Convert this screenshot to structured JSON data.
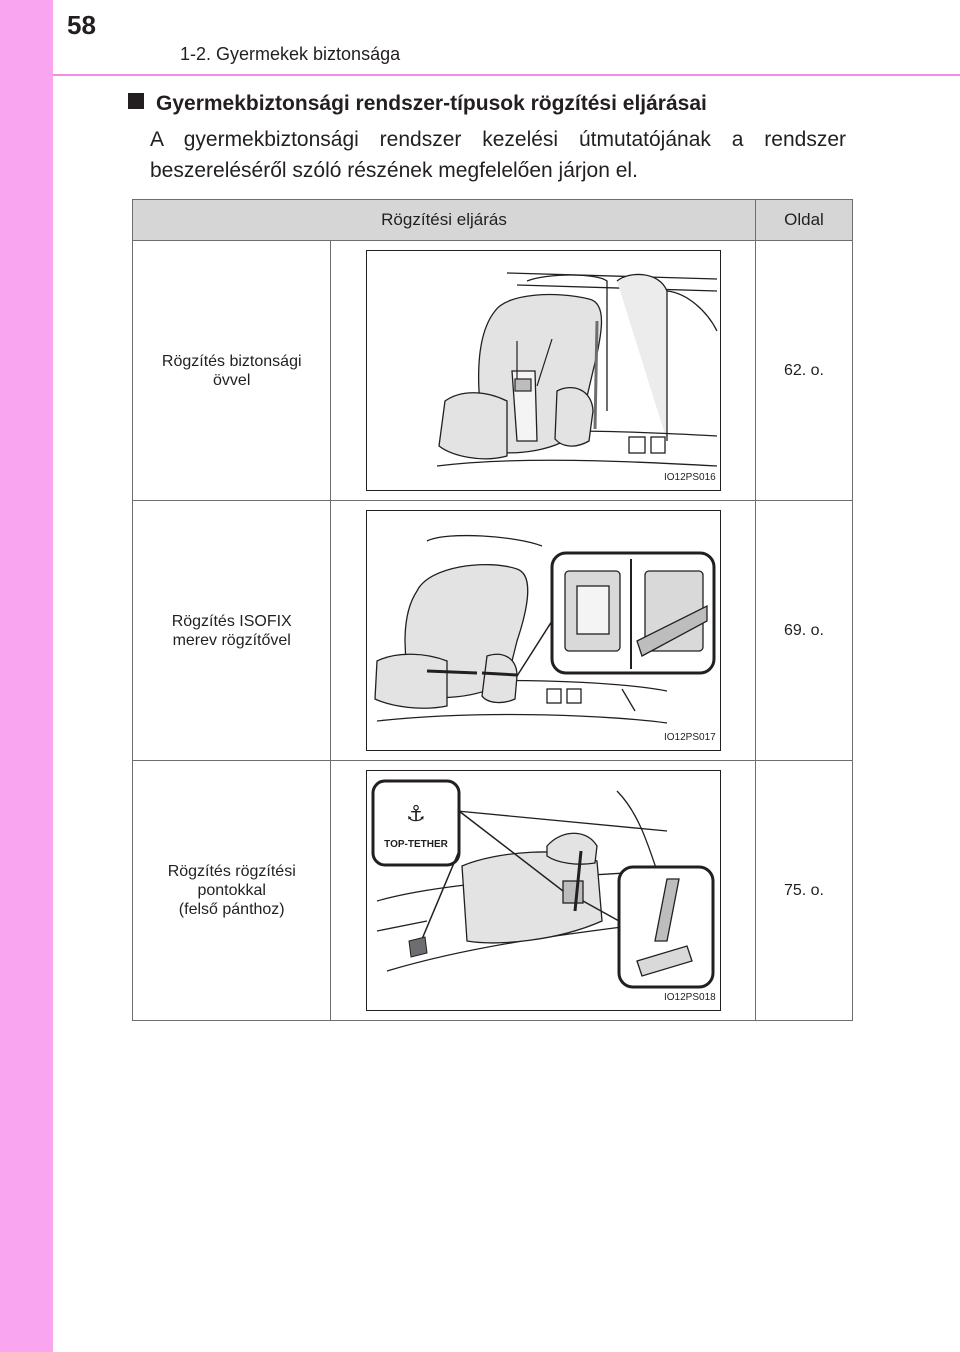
{
  "header": {
    "page_number": "58",
    "chapter": "1-2. Gyermekek biztonsága"
  },
  "section": {
    "title": "Gyermekbiztonsági rendszer-típusok rögzítési eljárásai",
    "body": "A gyermekbiztonsági rendszer kezelési útmutatójának a rendszer beszereléséről szóló részének megfelelően járjon el."
  },
  "table": {
    "headers": [
      "Rögzítési eljárás",
      "Oldal"
    ],
    "rows": [
      {
        "method_lines": [
          "Rögzítés biztonsági",
          "övvel"
        ],
        "page": "62. o.",
        "figure_code": "IO12PS016"
      },
      {
        "method_lines": [
          "Rögzítés ISOFIX",
          "merev rögzítővel"
        ],
        "page": "69. o.",
        "figure_code": "IO12PS017"
      },
      {
        "method_lines": [
          "Rögzítés rögzítési",
          "pontokkal",
          "(felső pánthoz)"
        ],
        "page": "75. o.",
        "figure_code": "IO12PS018",
        "badge_label": "TOP-TETHER"
      }
    ]
  },
  "colors": {
    "side_band": "#f9a5f0",
    "header_rule": "#f08ee6",
    "table_header_bg": "#d6d6d6"
  }
}
